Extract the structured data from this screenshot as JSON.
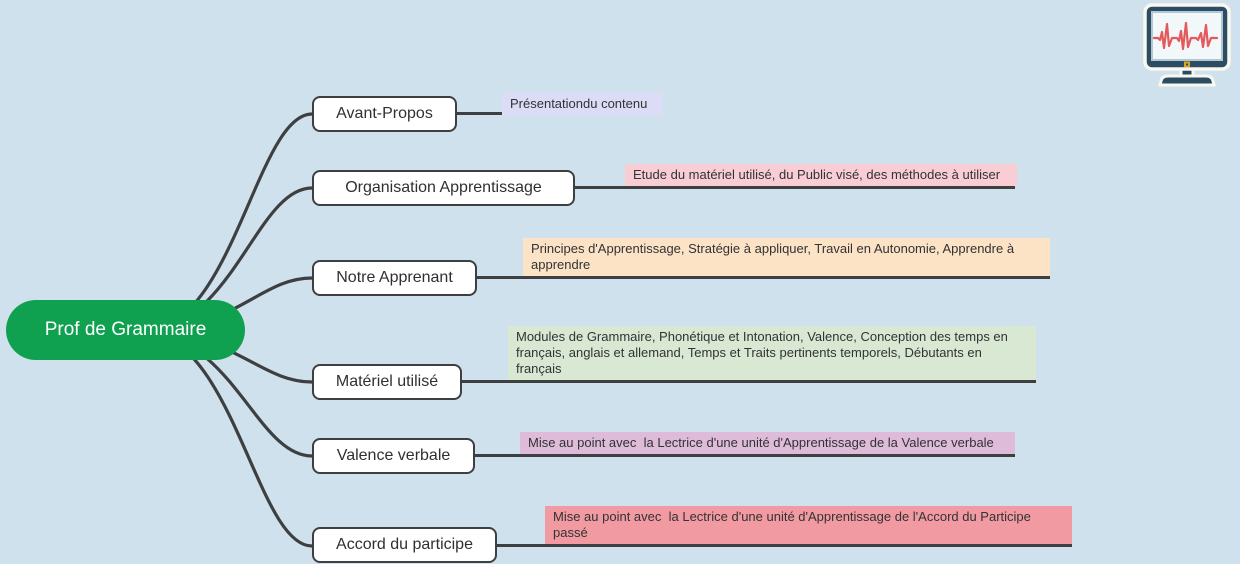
{
  "canvas": {
    "background": "#d0e1ee",
    "connector_color": "#3d3f41"
  },
  "root": {
    "label": "Prof de Grammaire",
    "color": "#10a150",
    "text_color": "#ffffff"
  },
  "branches": [
    {
      "label": "Avant-Propos",
      "note": "Présentationdu contenu",
      "note_color": "#dcdcf6"
    },
    {
      "label": "Organisation Apprentissage",
      "note": "Etude du matériel utilisé, du Public visé, des méthodes à utiliser",
      "note_color": "#f8cdd3"
    },
    {
      "label": "Notre Apprenant",
      "note": "Principes d'Apprentissage, Stratégie à appliquer, Travail en Autonomie, Apprendre à apprendre",
      "note_color": "#fce3c5"
    },
    {
      "label": "Matériel utilisé",
      "note": "Modules de Grammaire, Phonétique et Intonation, Valence, Conception des temps en français, anglais et allemand, Temps et Traits pertinents temporels, Débutants en français",
      "note_color": "#d8e8d2"
    },
    {
      "label": "Valence verbale",
      "note": "Mise au point avec  la Lectrice d'une unité d'Apprentissage de la Valence verbale",
      "note_color": "#debcd9"
    },
    {
      "label": "Accord du participe",
      "note": "Mise au point avec  la Lectrice d'une unité d'Apprentissage de l'Accord du Participe passé",
      "note_color": "#f29aa1"
    }
  ],
  "icons": {
    "monitor": {
      "name": "heartbeat-monitor-icon",
      "frame_color": "#2b4c63",
      "screen_color": "#f2f7f9",
      "bezel_line_color": "#b2c7d2",
      "pulse_color": "#e4595c",
      "button_color": "#d9a62c",
      "outline_color": "#f8f8ef"
    }
  }
}
